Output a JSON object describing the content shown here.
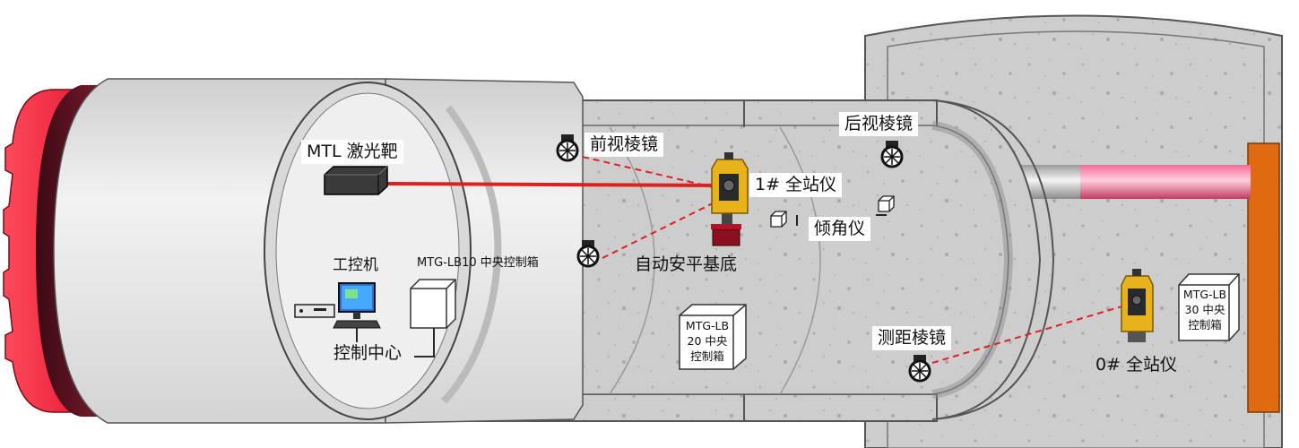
{
  "labels": {
    "mtl_target": "MTL 激光靶",
    "front_prism": "前视棱镜",
    "rear_prism": "后视棱镜",
    "total_station_1": "1# 全站仪",
    "inclinometer": "倾角仪",
    "auto_base": "自动安平基底",
    "ipc": "工控机",
    "control_box_lb10": "MTG-LB10 中央控制箱",
    "control_center": "控制中心",
    "control_box_lb20": [
      "MTG-LB",
      "20 中央",
      "控制箱"
    ],
    "ranging_prism": "测距棱镜",
    "control_box_lb30": [
      "MTG-LB",
      "30 中央",
      "控制箱"
    ],
    "total_station_0": "0# 全站仪"
  },
  "colors": {
    "cutter_red": "#e8213a",
    "laser_beam": "#e0201c",
    "dashed_sight_line": "#e02020",
    "concrete": "#c9c9c9",
    "shield_shell": "#e4e4e4",
    "reaction_frame": "#e06a12",
    "instrument_yellow": "#e8b21c"
  },
  "icons": [
    "laser-target-icon",
    "prism-icon",
    "total-station-icon",
    "inclinometer-icon",
    "computer-icon",
    "control-box-icon"
  ]
}
